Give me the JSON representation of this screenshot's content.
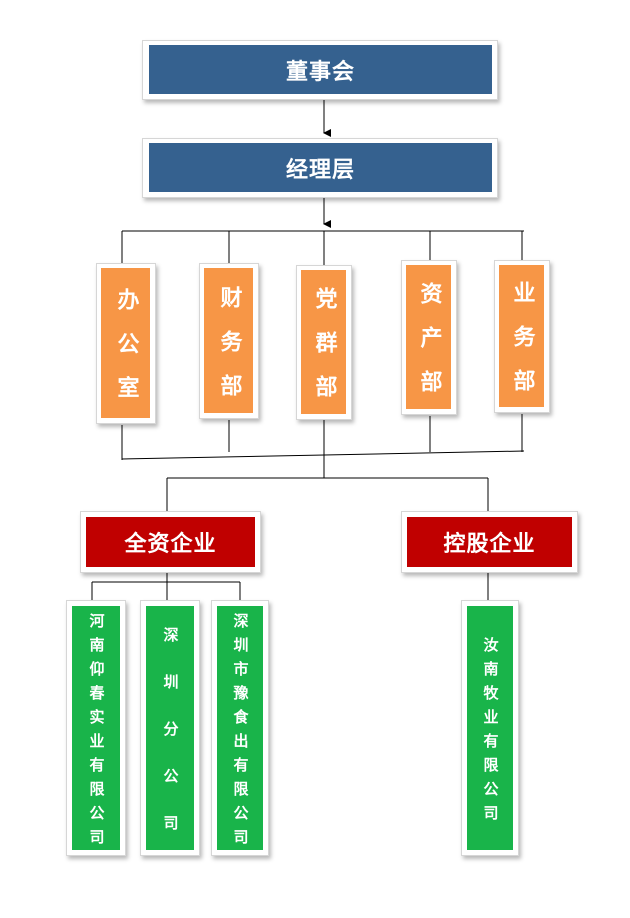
{
  "board": "董事会",
  "management": "经理层",
  "departments": [
    {
      "name": "办公室"
    },
    {
      "name": "财务部"
    },
    {
      "name": "党群部"
    },
    {
      "name": "资产部"
    },
    {
      "name": "业务部"
    }
  ],
  "wholly_owned": {
    "name": "全资企业",
    "companies": [
      "河南仰春实业有限公司",
      "深圳分公司",
      "深圳市豫食出有限公司"
    ]
  },
  "holding": {
    "name": "控股企业",
    "companies": [
      "汝南牧业有限公司"
    ]
  },
  "colors": {
    "top": "#35618f",
    "department": "#f79646",
    "enterprise": "#c00000",
    "company": "#19b44a",
    "line": "#000000"
  }
}
